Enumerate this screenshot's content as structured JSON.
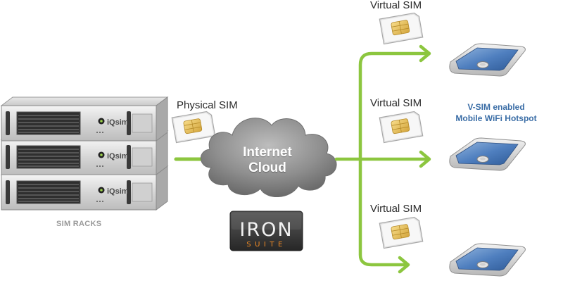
{
  "diagram": {
    "sim_racks_label": "SIM RACKS",
    "rack_brand": "iQsim",
    "physical_sim_label": "Physical SIM",
    "cloud": {
      "line1": "Internet",
      "line2": "Cloud"
    },
    "logo": {
      "word1": "IRON",
      "word2": "SUITE"
    },
    "virtual_sim_labels": [
      "Virtual SIM",
      "Virtual SIM",
      "Virtual SIM"
    ],
    "hotspot_label": {
      "line1": "V-SIM enabled",
      "line2": "Mobile WiFi Hotspot"
    }
  },
  "colors": {
    "arrow_green": "#8cc63f",
    "hotspot_text_blue": "#3a6da6",
    "logo_accent_orange": "#f08a24",
    "cloud_gray": "#8c8c8c"
  }
}
